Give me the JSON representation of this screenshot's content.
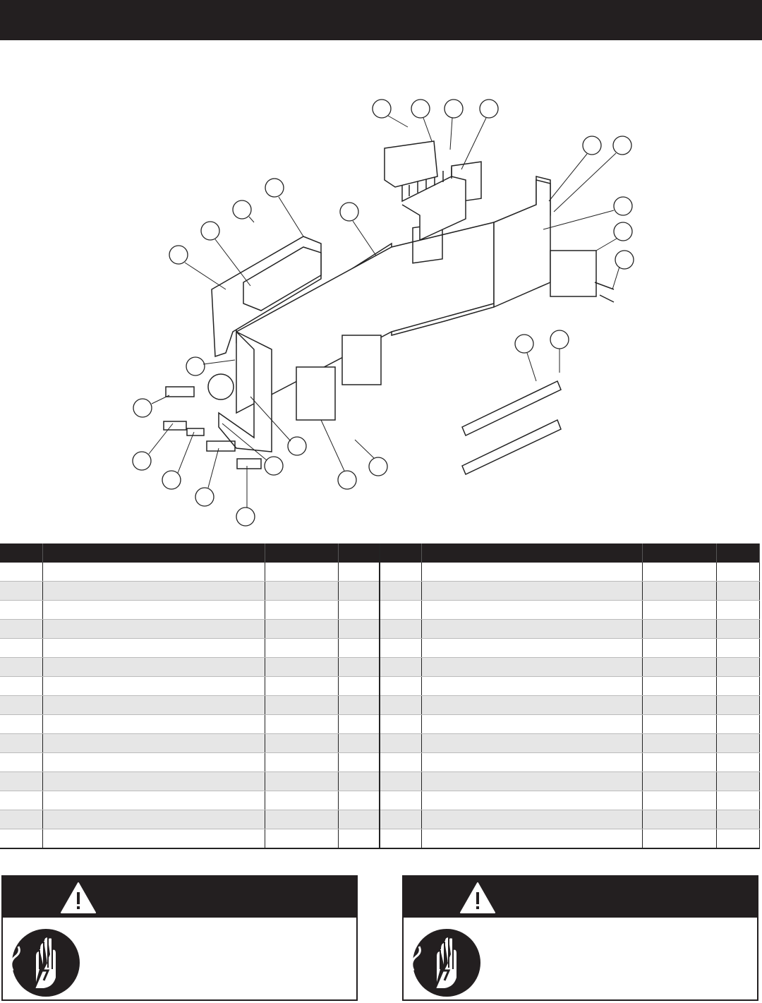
{
  "header": {
    "title": ""
  },
  "diagram": {
    "callouts": [
      {
        "id": "c1",
        "label": ""
      },
      {
        "id": "c2",
        "label": ""
      },
      {
        "id": "c3",
        "label": ""
      },
      {
        "id": "c4",
        "label": ""
      },
      {
        "id": "c5",
        "label": ""
      },
      {
        "id": "c6",
        "label": ""
      },
      {
        "id": "c7",
        "label": ""
      },
      {
        "id": "c8",
        "label": ""
      },
      {
        "id": "c9",
        "label": ""
      },
      {
        "id": "c10",
        "label": ""
      },
      {
        "id": "c11",
        "label": ""
      },
      {
        "id": "c12",
        "label": ""
      },
      {
        "id": "c13",
        "label": ""
      },
      {
        "id": "c14",
        "label": ""
      },
      {
        "id": "c15",
        "label": ""
      },
      {
        "id": "c16",
        "label": ""
      },
      {
        "id": "c17",
        "label": ""
      },
      {
        "id": "c18",
        "label": ""
      },
      {
        "id": "c19",
        "label": ""
      },
      {
        "id": "c20",
        "label": ""
      },
      {
        "id": "c21",
        "label": ""
      },
      {
        "id": "c22",
        "label": ""
      },
      {
        "id": "c23",
        "label": ""
      },
      {
        "id": "c24",
        "label": ""
      },
      {
        "id": "c25",
        "label": ""
      },
      {
        "id": "c26",
        "label": ""
      }
    ]
  },
  "parts_table": {
    "headers": [
      "",
      "",
      "",
      "",
      "",
      "",
      "",
      ""
    ],
    "rows": [
      [
        "",
        "",
        "",
        "",
        "",
        "",
        "",
        ""
      ],
      [
        "",
        "",
        "",
        "",
        "",
        "",
        "",
        ""
      ],
      [
        "",
        "",
        "",
        "",
        "",
        "",
        "",
        ""
      ],
      [
        "",
        "",
        "",
        "",
        "",
        "",
        "",
        ""
      ],
      [
        "",
        "",
        "",
        "",
        "",
        "",
        "",
        ""
      ],
      [
        "",
        "",
        "",
        "",
        "",
        "",
        "",
        ""
      ],
      [
        "",
        "",
        "",
        "",
        "",
        "",
        "",
        ""
      ],
      [
        "",
        "",
        "",
        "",
        "",
        "",
        "",
        ""
      ],
      [
        "",
        "",
        "",
        "",
        "",
        "",
        "",
        ""
      ],
      [
        "",
        "",
        "",
        "",
        "",
        "",
        "",
        ""
      ],
      [
        "",
        "",
        "",
        "",
        "",
        "",
        "",
        ""
      ],
      [
        "",
        "",
        "",
        "",
        "",
        "",
        "",
        ""
      ],
      [
        "",
        "",
        "",
        "",
        "",
        "",
        "",
        ""
      ],
      [
        "",
        "",
        "",
        "",
        "",
        "",
        "",
        ""
      ],
      [
        "",
        "",
        "",
        "",
        "",
        "",
        "",
        ""
      ]
    ]
  },
  "warnings": [
    {
      "title": "",
      "text": "",
      "icon": "electrical-shock-hand-icon"
    },
    {
      "title": "",
      "text": "",
      "icon": "electrical-shock-hand-icon"
    }
  ],
  "colors": {
    "dark": "#231f20",
    "row_alt": "#e6e6e6"
  }
}
